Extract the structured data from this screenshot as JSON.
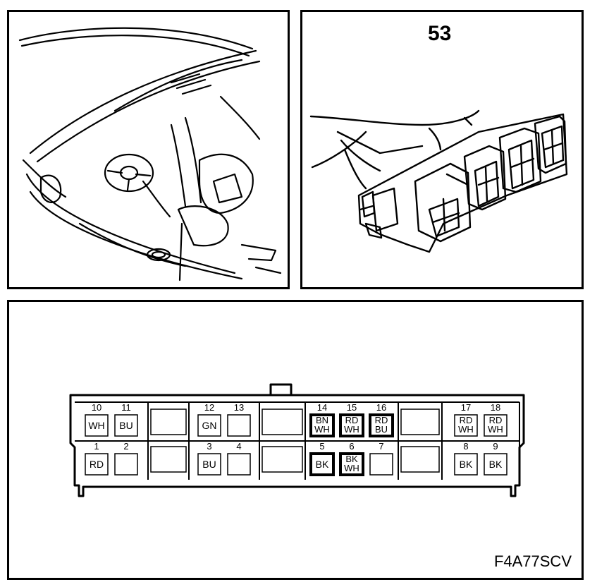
{
  "callout_number": "53",
  "figure_code": "F4A77SCV",
  "blocks": [
    {
      "top": [
        "10",
        "11"
      ],
      "bottom": [
        "1",
        "2"
      ],
      "labels_top": [
        "WH",
        "BU"
      ],
      "labels_bottom": [
        "RD",
        ""
      ],
      "highlight_top": [
        false,
        false
      ],
      "highlight_bottom": [
        false,
        false
      ]
    },
    {
      "top": [],
      "bottom": [],
      "labels_top": [],
      "labels_bottom": [],
      "highlight_top": [],
      "highlight_bottom": []
    },
    {
      "top": [
        "12",
        "13"
      ],
      "bottom": [
        "3",
        "4"
      ],
      "labels_top": [
        "GN",
        ""
      ],
      "labels_bottom": [
        "BU",
        ""
      ],
      "highlight_top": [
        false,
        false
      ],
      "highlight_bottom": [
        false,
        false
      ]
    },
    {
      "top": [],
      "bottom": [],
      "labels_top": [],
      "labels_bottom": [],
      "highlight_top": [],
      "highlight_bottom": []
    },
    {
      "top": [
        "14",
        "15",
        "16"
      ],
      "bottom": [
        "5",
        "6",
        "7"
      ],
      "labels_top": [
        "BN WH",
        "RD WH",
        "RD BU"
      ],
      "labels_bottom": [
        "BK",
        "BK WH",
        ""
      ],
      "highlight_top": [
        true,
        true,
        true
      ],
      "highlight_bottom": [
        true,
        true,
        false
      ]
    },
    {
      "top": [],
      "bottom": [],
      "labels_top": [],
      "labels_bottom": [],
      "highlight_top": [],
      "highlight_bottom": []
    },
    {
      "top": [
        "17",
        "18"
      ],
      "bottom": [
        "8",
        "9"
      ],
      "labels_top": [
        "RD WH",
        "RD WH"
      ],
      "labels_bottom": [
        "BK",
        "BK"
      ],
      "highlight_top": [
        false,
        false
      ],
      "highlight_bottom": [
        false,
        false
      ]
    }
  ]
}
